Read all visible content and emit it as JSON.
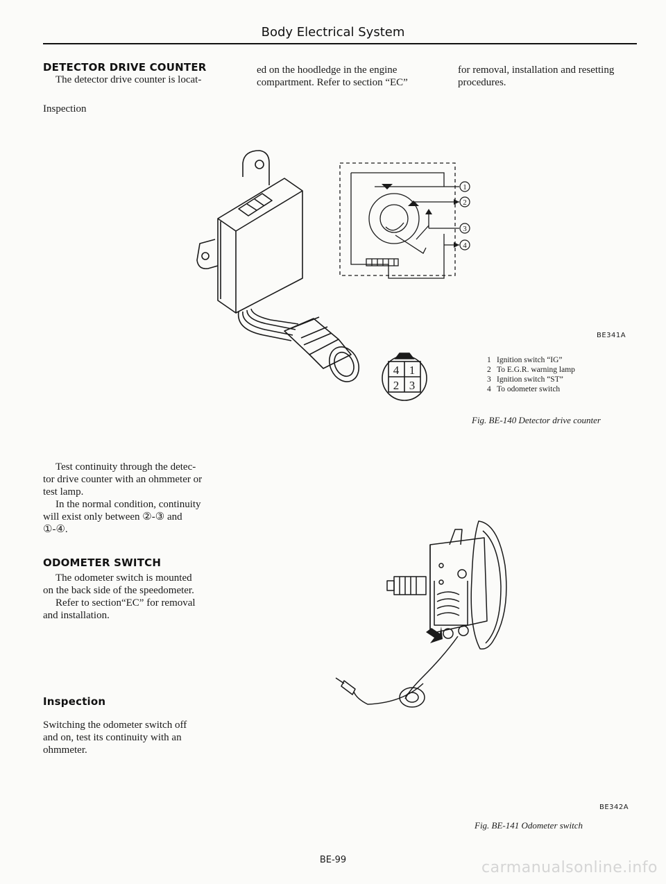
{
  "header": {
    "title": "Body Electrical System"
  },
  "detector": {
    "heading": "DETECTOR DRIVE COUNTER",
    "intro_col1": "The detector drive counter is locat-",
    "intro_col2_line1": "ed on the hoodledge in the engine",
    "intro_col2_line2": "compartment. Refer to section “EC”",
    "intro_col3_line1": "for removal, installation and resetting",
    "intro_col3_line2": "procedures.",
    "inspection_label": "Inspection",
    "test_p1_l1": "Test continuity through the detec-",
    "test_p1_l2": "tor drive counter with an ohmmeter or",
    "test_p1_l3": "test lamp.",
    "test_p2_l1": "In the normal condition, continuity",
    "test_p2_l2": "will exist only between ②-③ and",
    "test_p2_l3": "①-④."
  },
  "figure140": {
    "code": "BE341A",
    "legend": [
      {
        "num": "1",
        "text": "Ignition switch “IG”"
      },
      {
        "num": "2",
        "text": "To E.G.R. warning lamp"
      },
      {
        "num": "3",
        "text": "Ignition switch “ST”"
      },
      {
        "num": "4",
        "text": "To odometer switch"
      }
    ],
    "caption": "Fig. BE-140 Detector drive counter",
    "callouts": [
      "①",
      "②",
      "③",
      "④"
    ],
    "connector_pins": [
      "4",
      "1",
      "2",
      "3"
    ]
  },
  "odometer": {
    "heading": "ODOMETER SWITCH",
    "p1_l1": "The odometer switch is mounted",
    "p1_l2": "on the back side of the speedometer.",
    "p2_l1": "Refer to section“EC” for removal",
    "p2_l2": "and installation.",
    "inspection_heading": "Inspection",
    "p3_l1": "Switching the odometer switch off",
    "p3_l2": "and on, test its continuity with an",
    "p3_l3": "ohmmeter."
  },
  "figure141": {
    "code": "BE342A",
    "caption": "Fig. BE-141 Odometer switch"
  },
  "footer": {
    "page_number": "BE-99",
    "watermark": "carmanualsonline.info"
  }
}
